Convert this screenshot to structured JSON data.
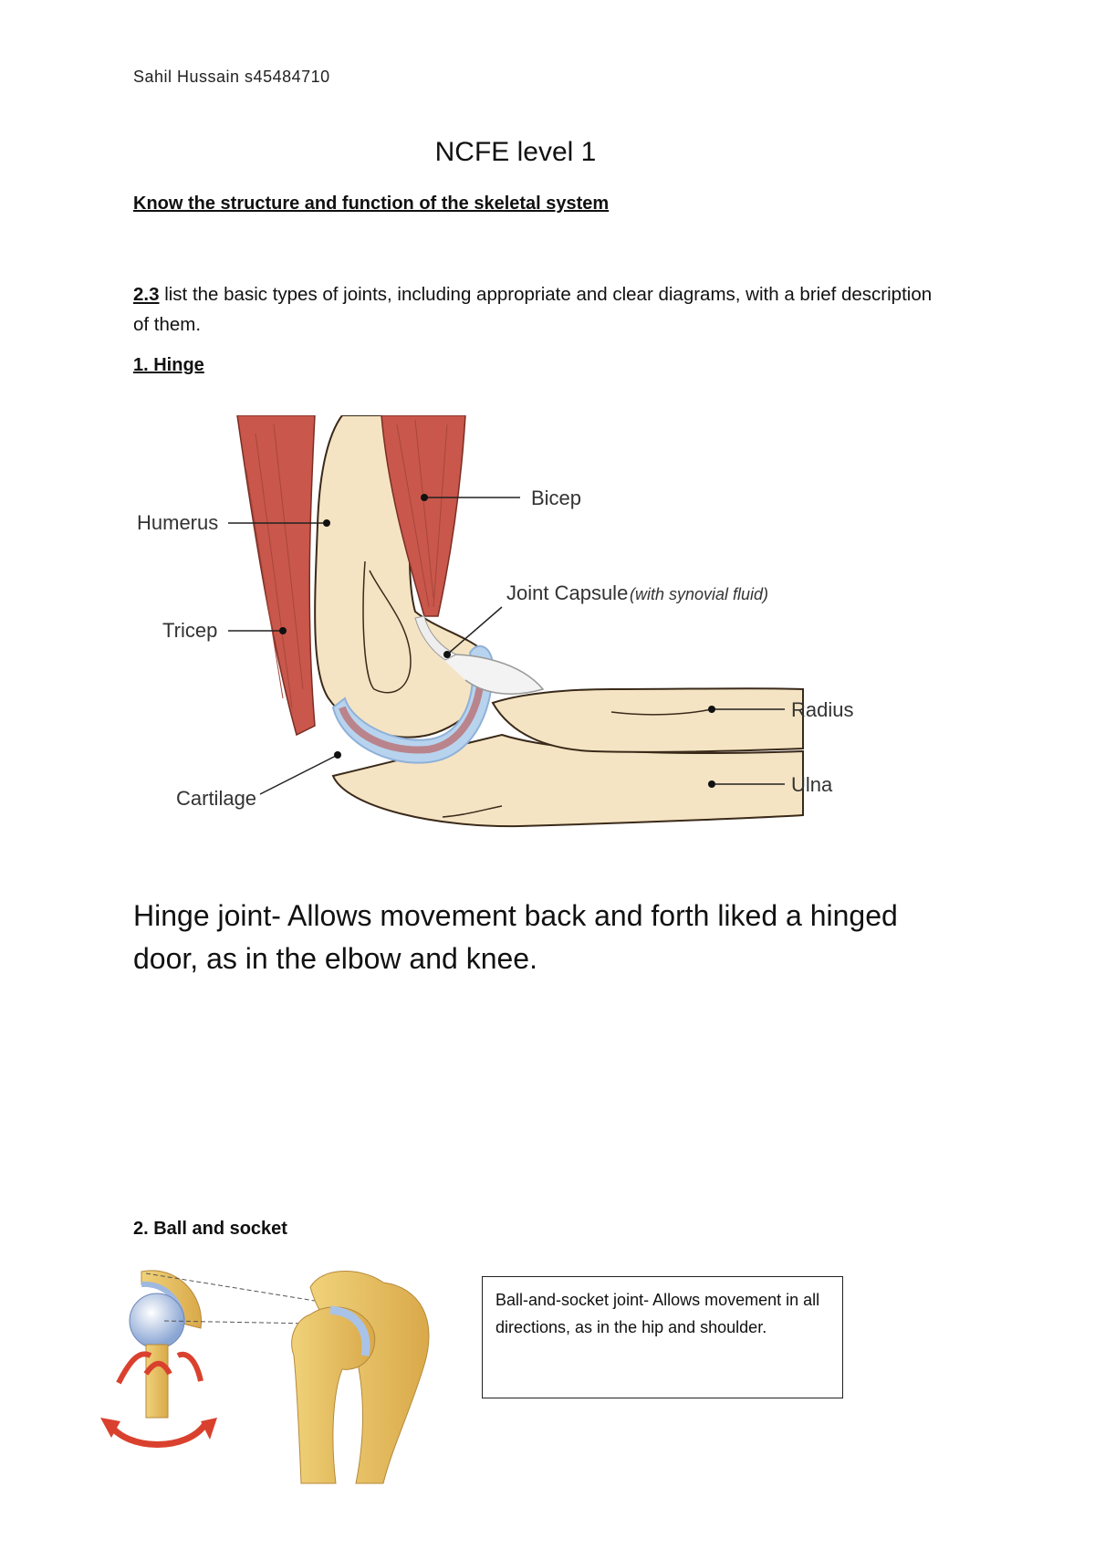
{
  "header": {
    "author": "Sahil Hussain s45484710"
  },
  "doc": {
    "title": "NCFE level 1",
    "subtitle": "Know the structure and function of the skeletal system",
    "question_number": "2.3",
    "question_text": " list the basic types of joints, including appropriate and clear diagrams, with a brief description of them."
  },
  "hinge": {
    "heading": "1. Hinge",
    "labels": {
      "humerus": "Humerus",
      "tricep": "Tricep",
      "cartilage": "Cartilage",
      "bicep": "Bicep",
      "joint_capsule": "Joint Capsule",
      "joint_capsule_note": "(with synovial fluid)",
      "radius": "Radius",
      "ulna": "Ulna"
    },
    "description": "Hinge joint- Allows movement back and forth liked a hinged door, as in the elbow and knee."
  },
  "ball": {
    "heading": "2. Ball and socket",
    "description": "Ball-and-socket joint- Allows movement in all directions, as in the hip and shoulder."
  },
  "colors": {
    "muscle": "#c9574b",
    "bone": "#f5e4c3",
    "capsule": "#b8d3ee",
    "arrow": "#d9412e",
    "bone_gold": "#e9c26a"
  }
}
